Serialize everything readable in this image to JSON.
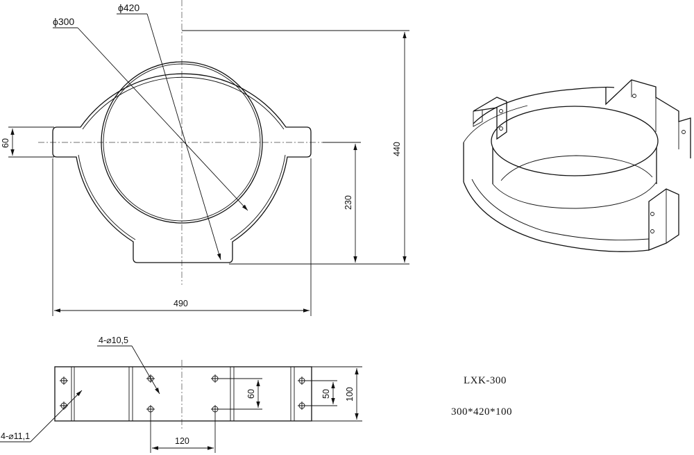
{
  "top_view": {
    "phi_outer": "ϕ420",
    "phi_inner": "ϕ300",
    "dim_tab_height": "60",
    "dim_total_height": "440",
    "dim_center_to_bottom": "230",
    "dim_total_width": "490"
  },
  "side_view": {
    "holes_small": "4-⌀10,5",
    "holes_large": "4-⌀11,1",
    "dim_hole_spacing_v": "60",
    "dim_slot": "50",
    "dim_height": "100",
    "dim_hole_spacing_h": "120"
  },
  "model": {
    "name": "LXK-300",
    "spec": "300*420*100"
  }
}
